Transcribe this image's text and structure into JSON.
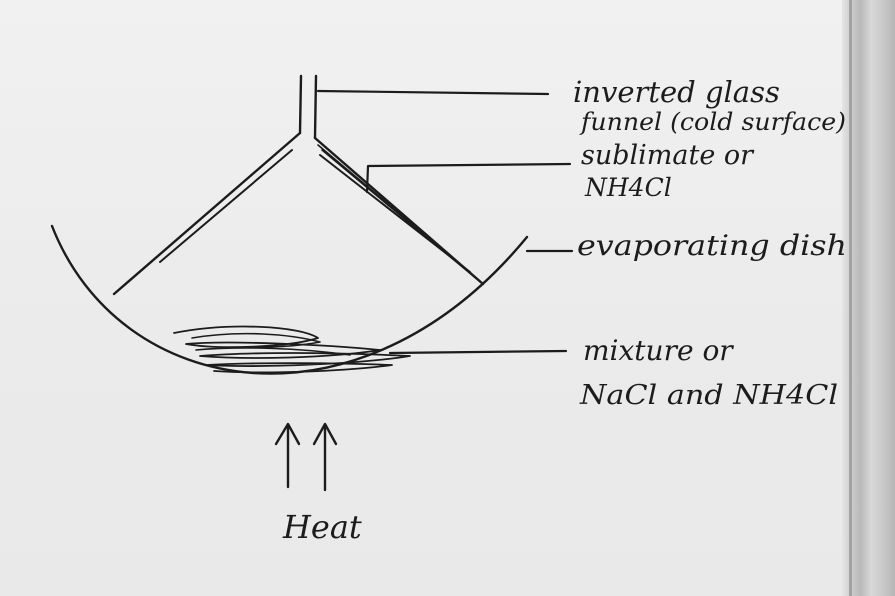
{
  "labels": {
    "funnel_line1": "inverted glass",
    "funnel_line2": "funnel (cold surface)",
    "sublimate_line1": "sublimate or",
    "sublimate_line2": "NH4Cl",
    "dish": "evaporating dish",
    "mixture_line1": "mixture or",
    "mixture_line2": "NaCl and NH4Cl",
    "heat": "Heat"
  },
  "colors": {
    "ink": "#1c1c1c",
    "board": "#ececec"
  },
  "icons": {
    "heat_arrows": "up-arrow-icon"
  }
}
